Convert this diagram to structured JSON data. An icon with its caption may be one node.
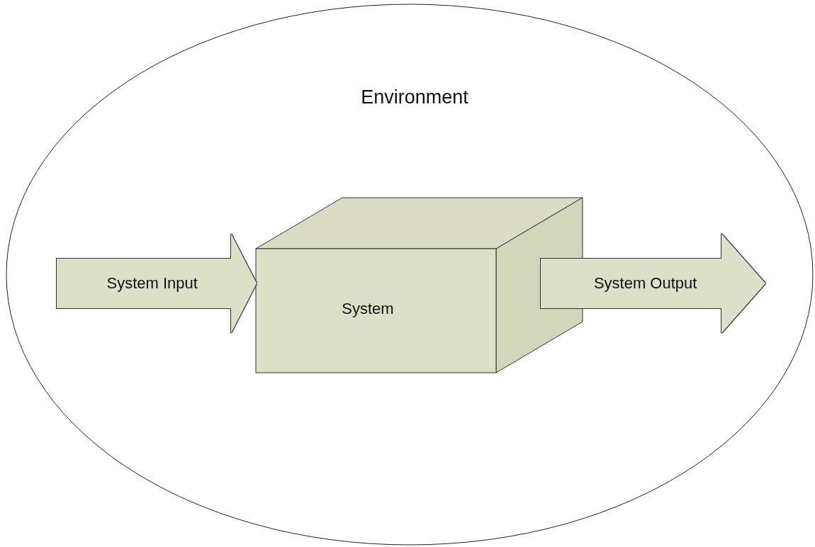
{
  "diagram": {
    "nodes": [
      {
        "text": [
          "Environment"
        ]
      },
      {
        "text": [
          "System"
        ],
        "in": 0
      }
    ],
    "edges": [
      {
        "from": null,
        "to": 1,
        "arrow": "to",
        "label": "System Input"
      },
      {
        "from": 1,
        "to": null,
        "arrow": "to",
        "label": "System Output"
      }
    ]
  }
}
